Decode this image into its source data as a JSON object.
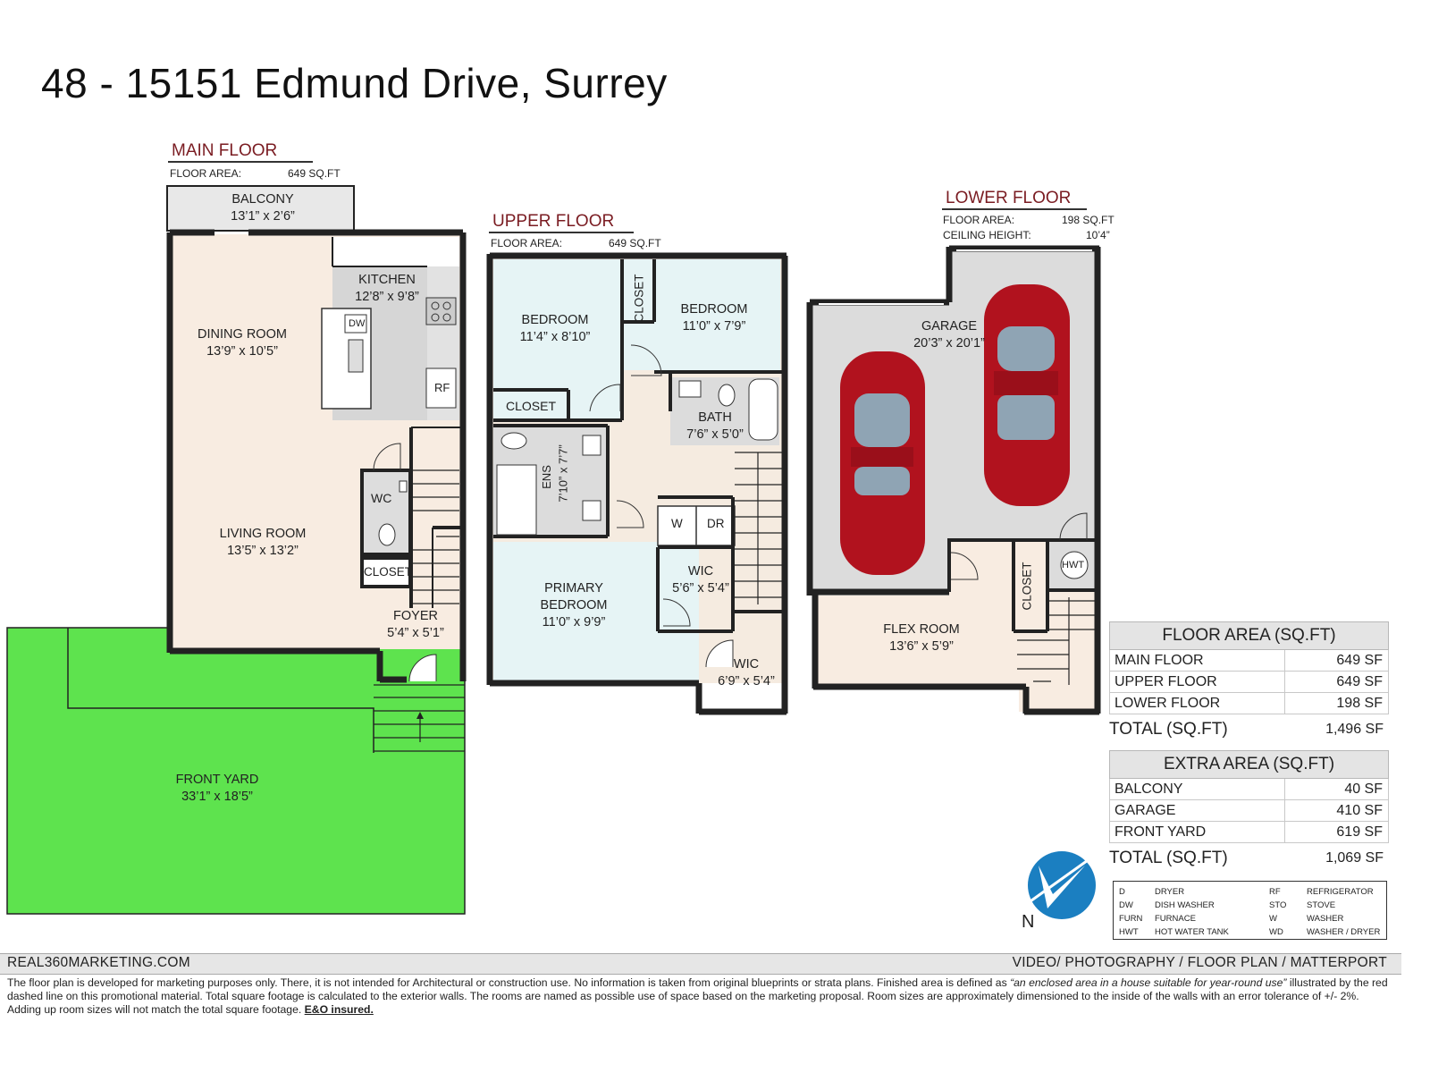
{
  "title": "48 - 15151 Edmund Drive, Surrey",
  "main_floor": {
    "heading": "MAIN FLOOR",
    "area_label": "FLOOR AREA:",
    "area_value": "649 SQ.FT",
    "rooms": [
      {
        "name": "BALCONY",
        "dim": "13’1” x 2’6”"
      },
      {
        "name": "KITCHEN",
        "dim": "12’8” x 9’8”"
      },
      {
        "name": "DINING ROOM",
        "dim": "13’9” x 10’5”"
      },
      {
        "name": "LIVING ROOM",
        "dim": "13’5” x 13’2”"
      },
      {
        "name": "FOYER",
        "dim": "5’4” x 5’1”"
      },
      {
        "name": "FRONT YARD",
        "dim": "33’1” x 18’5”"
      }
    ],
    "labels": {
      "dw": "DW",
      "rf": "RF",
      "wc": "WC",
      "closet": "CLOSET"
    }
  },
  "upper_floor": {
    "heading": "UPPER FLOOR",
    "area_label": "FLOOR AREA:",
    "area_value": "649 SQ.FT",
    "rooms": [
      {
        "name": "BEDROOM",
        "dim": "11’4” x 8’10”"
      },
      {
        "name": "BEDROOM",
        "dim": "11’0” x 7’9”"
      },
      {
        "name": "BATH",
        "dim": "7’6” x 5’0”"
      },
      {
        "name": "PRIMARY",
        "name2": "BEDROOM",
        "dim": "11’0” x 9’9”"
      },
      {
        "name": "WIC",
        "dim": "5’6” x 5’4”"
      },
      {
        "name": "WIC",
        "dim": "6’9” x 5’4”"
      }
    ],
    "labels": {
      "closet": "CLOSET",
      "ens": "ENS",
      "ens_dim": "7’10” x 7’7”",
      "w": "W",
      "dr": "DR"
    }
  },
  "lower_floor": {
    "heading": "LOWER FLOOR",
    "area_label": "FLOOR AREA:",
    "area_value": "198 SQ.FT",
    "ceiling_label": "CEILING HEIGHT:",
    "ceiling_value": "10’4”",
    "rooms": [
      {
        "name": "GARAGE",
        "dim": "20’3” x 20’1”"
      },
      {
        "name": "FLEX ROOM",
        "dim": "13’6” x 5’9”"
      }
    ],
    "labels": {
      "closet": "CLOSET",
      "hwt": "HWT"
    }
  },
  "floor_area_table": {
    "header": "FLOOR AREA (SQ.FT)",
    "rows": [
      {
        "label": "MAIN FLOOR",
        "value": "649 SF"
      },
      {
        "label": "UPPER FLOOR",
        "value": "649 SF"
      },
      {
        "label": "LOWER FLOOR",
        "value": "198 SF"
      }
    ],
    "total_label": "TOTAL (SQ.FT)",
    "total_value": "1,496 SF"
  },
  "extra_area_table": {
    "header": "EXTRA AREA (SQ.FT)",
    "rows": [
      {
        "label": "BALCONY",
        "value": "40 SF"
      },
      {
        "label": "GARAGE",
        "value": "410 SF"
      },
      {
        "label": "FRONT YARD",
        "value": "619 SF"
      }
    ],
    "total_label": "TOTAL (SQ.FT)",
    "total_value": "1,069 SF"
  },
  "compass": {
    "label": "N"
  },
  "legend": [
    {
      "code": "D",
      "meaning": "DRYER"
    },
    {
      "code": "DW",
      "meaning": "DISH WASHER"
    },
    {
      "code": "FURN",
      "meaning": "FURNACE"
    },
    {
      "code": "HWT",
      "meaning": "HOT WATER TANK"
    },
    {
      "code": "RF",
      "meaning": "REFRIGERATOR"
    },
    {
      "code": "STO",
      "meaning": "STOVE"
    },
    {
      "code": "W",
      "meaning": "WASHER"
    },
    {
      "code": "WD",
      "meaning": "WASHER / DRYER"
    }
  ],
  "footer": {
    "left": "REAL360MARKETING.COM",
    "right": "VIDEO/ PHOTOGRAPHY / FLOOR PLAN / MATTERPORT",
    "disclaimer_1": "The floor plan is developed for marketing purposes only. There, it is not intended for Architectural or construction use. No information is  taken from original blueprints or strata plans. Finished area is defined as ",
    "disclaimer_quote": " “an enclosed area in a house suitable for year-round use”",
    "disclaimer_2": " illustrated by the red dashed line on this promotional material. Total square footage is calculated to the exterior walls. The rooms are named as possible use of space based on the marketing proposal. Room sizes are approximately dimensioned to the inside of the walls with an error tolerance of +/- 2%. Adding up room sizes will not match the total square footage. ",
    "disclaimer_eo": "E&O insured."
  },
  "colors": {
    "heading": "#7a1c22",
    "yard": "#5ee34e",
    "living": "#f8ece1",
    "bedroom": "#e6f4f5",
    "garage": "#dcdcdc",
    "car": "#b1121e"
  }
}
